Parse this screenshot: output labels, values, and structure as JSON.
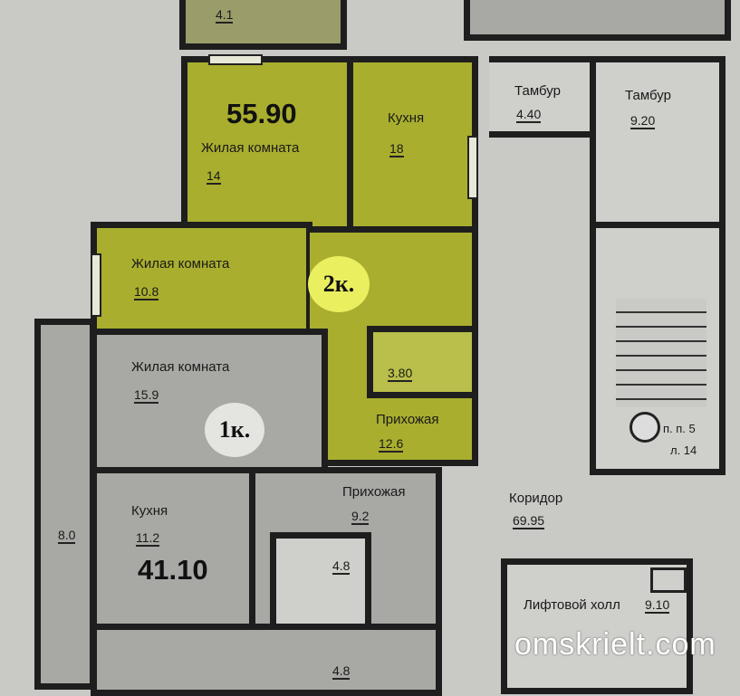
{
  "top_rooms": {
    "storage_area": "4.1"
  },
  "apartment_2k": {
    "badge": "2к.",
    "total_area": "55.90",
    "rooms": [
      {
        "name": "Жилая комната",
        "area": "14"
      },
      {
        "name": "Кухня",
        "area": "18"
      },
      {
        "name": "Жилая комната",
        "area": "10.8"
      },
      {
        "name": "",
        "area": "3.80"
      },
      {
        "name": "Прихожая",
        "area": "12.6"
      }
    ]
  },
  "apartment_1k": {
    "badge": "1к.",
    "total_area": "41.10",
    "rooms": [
      {
        "name": "Жилая комната",
        "area": "15.9"
      },
      {
        "name": "Кухня",
        "area": "11.2"
      },
      {
        "name": "Прихожая",
        "area": "9.2"
      },
      {
        "name": "",
        "area": "4.8"
      },
      {
        "name": "",
        "area": "4.8"
      }
    ]
  },
  "common": {
    "balcony_area": "8.0",
    "tambur1": {
      "name": "Тамбур",
      "area": "4.40"
    },
    "tambur2": {
      "name": "Тамбур",
      "area": "9.20"
    },
    "corridor": {
      "name": "Коридор",
      "area": "69.95"
    },
    "lift_hall": {
      "name": "Лифтовой холл",
      "area": "9.10"
    },
    "stair_note1": "п. п. 5",
    "stair_note2": "л. 14"
  },
  "watermark": "omskrielt.com",
  "colors": {
    "apartment_2k": "#a9ae2e",
    "apartment_1k": "#a8a8a4",
    "walls": "#1e1e1e"
  }
}
